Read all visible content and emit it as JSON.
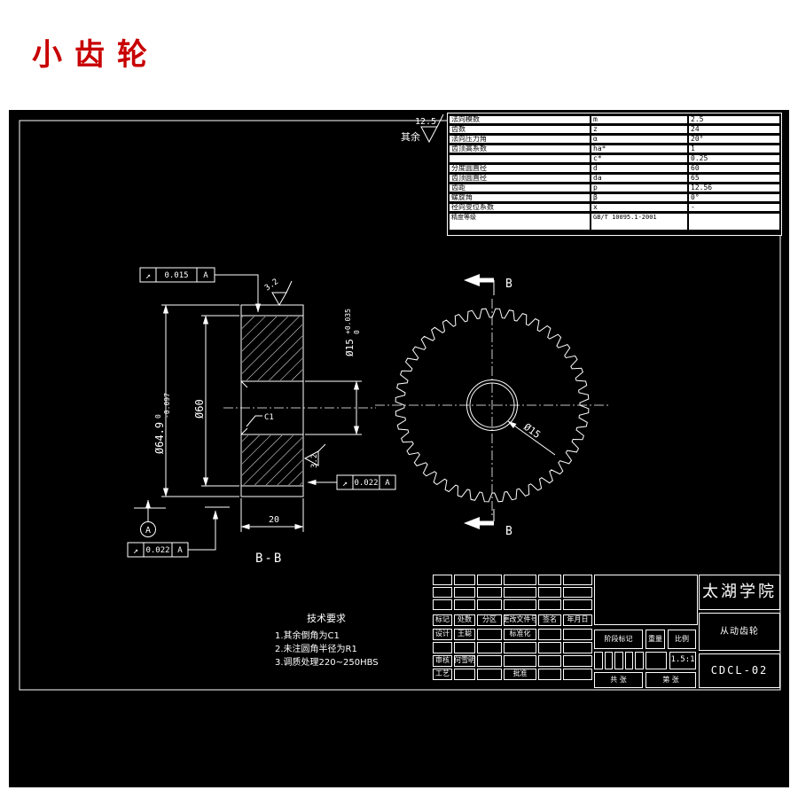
{
  "page": {
    "title": "小齿轮"
  },
  "colors": {
    "accent_red": "#c80000",
    "line": "#ffffff",
    "background": "#000000"
  },
  "general_roughness": {
    "prefix": "其余",
    "value": "12.5"
  },
  "param_table": {
    "rows": [
      {
        "label": "法向模数",
        "symbol": "m",
        "value": "2.5"
      },
      {
        "label": "齿数",
        "symbol": "z",
        "value": "24"
      },
      {
        "label": "法向压力角",
        "symbol": "α",
        "value": "20°"
      },
      {
        "label": "齿顶高系数",
        "symbol": "ha*",
        "value": "1"
      },
      {
        "label": "",
        "symbol": "c*",
        "value": "0.25"
      },
      {
        "label": "分度圆直径",
        "symbol": "d",
        "value": "60"
      },
      {
        "label": "齿顶圆直径",
        "symbol": "da",
        "value": "65"
      },
      {
        "label": "齿距",
        "symbol": "p",
        "value": "12.56"
      },
      {
        "label": "螺旋角",
        "symbol": "β",
        "value": "0°"
      },
      {
        "label": "径向变位系数",
        "symbol": "x",
        "value": "-"
      },
      {
        "label": "精度等级",
        "symbol": "GB/T 10095.1-2001",
        "value": ""
      }
    ]
  },
  "section": {
    "label": "B-B",
    "width_dim": "20",
    "chamfer_label": "C1",
    "outer_dia": {
      "nominal": "Ø64.9",
      "upper": "0",
      "lower": "-0.097"
    },
    "mid_dia": "Ø60",
    "bore_dia": {
      "nominal": "Ø15",
      "upper": "+0.035",
      "lower": "0"
    },
    "fcf_top": {
      "symbol": "↗",
      "value": "0.015",
      "datum": "A"
    },
    "fcf_left": {
      "symbol": "↗",
      "value": "0.022",
      "datum": "A"
    },
    "fcf_right": {
      "symbol": "↗",
      "value": "0.022",
      "datum": "A"
    },
    "datum_label": "A",
    "roughness_top": "3.2",
    "roughness_side": "3.2"
  },
  "gear_view": {
    "bore_label": "Ø15",
    "marker": "B"
  },
  "tech_req": {
    "title": "技术要求",
    "items": [
      "1.其余倒角为C1",
      "2.未注圆角半径为R1",
      "3.调质处理220~250HBS"
    ]
  },
  "title_block": {
    "school": "太湖学院",
    "part_name": "从动齿轮",
    "drawing_no": "CDCL-02",
    "scale_value": "1.5:1",
    "headers": [
      "标记",
      "处数",
      "分区",
      "更改文件号",
      "签名",
      "年月日"
    ],
    "design_label": "设计",
    "design_name": "王聪",
    "standardize_label": "标准化",
    "audit_label": "审核",
    "audit_name": "何雪明",
    "process_label": "工艺",
    "approve_label": "批准",
    "stage_label": "阶段标记",
    "weight_label": "重量",
    "scale_label": "比例",
    "total_sheets": "共 张",
    "sheet_no": "第 张"
  }
}
